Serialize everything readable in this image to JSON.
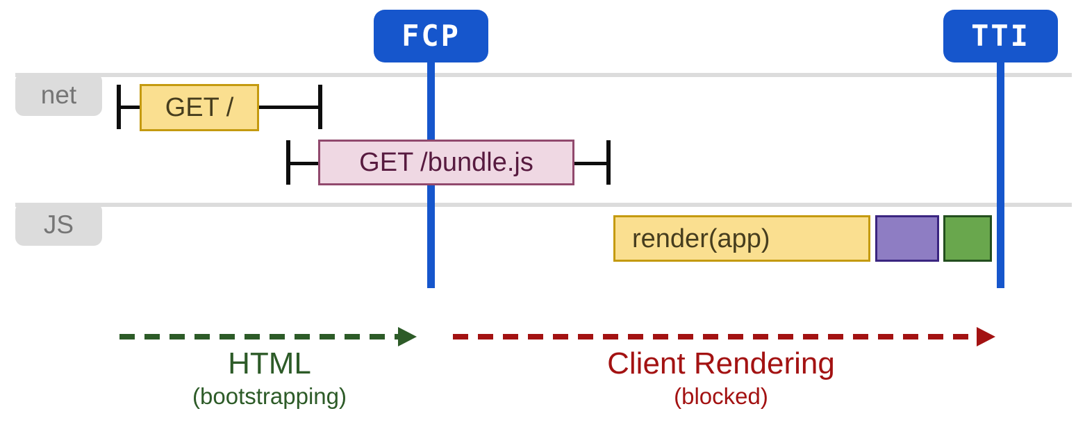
{
  "badges": {
    "fcp": "FCP",
    "tti": "TTI"
  },
  "lanes": {
    "net": "net",
    "js": "JS"
  },
  "net_lane": {
    "request_root": {
      "label": "GET /"
    },
    "request_bundle": {
      "label": "GET /bundle.js"
    }
  },
  "js_lane": {
    "render_task": {
      "label": "render(app)"
    },
    "purple_task": {
      "label": ""
    },
    "green_task": {
      "label": ""
    }
  },
  "phases": {
    "html": {
      "title": "HTML",
      "subtitle": "(bootstrapping)"
    },
    "client_rendering": {
      "title": "Client Rendering",
      "subtitle": "(blocked)"
    }
  },
  "colors": {
    "marker_blue": "#1656cc",
    "lane_gray": "#dcdcdc",
    "lane_text_gray": "#757575",
    "request_yellow_fill": "#fadf90",
    "request_yellow_border": "#c49a10",
    "request_pink_fill": "#efd8e3",
    "request_pink_border": "#91496d",
    "task_purple_fill": "#8e7dc3",
    "task_purple_border": "#3a2580",
    "task_green_fill": "#69a74d",
    "task_green_border": "#234e1e",
    "phase_html_green": "#2d5b28",
    "phase_blocked_red": "#a31212",
    "interval_marker_black": "#0d0d0d"
  }
}
